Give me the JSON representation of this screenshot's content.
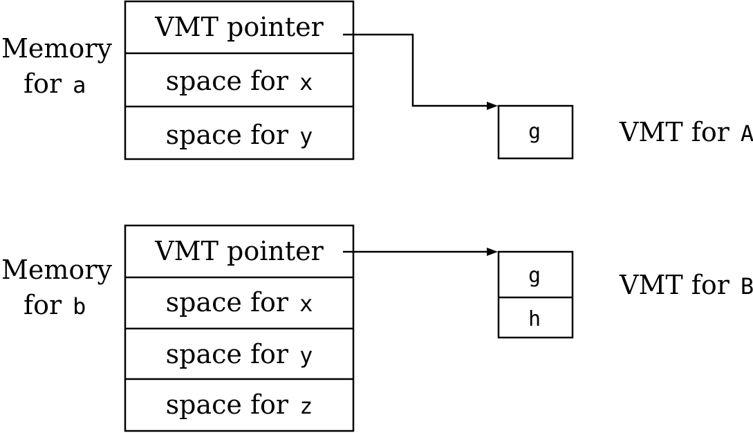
{
  "object_a": {
    "memory_label_line1": "Memory",
    "memory_label_line2_prefix": "for",
    "memory_label_line2_var": "a",
    "fields": [
      {
        "prefix": "VMT pointer",
        "var": ""
      },
      {
        "prefix": "space for",
        "var": "x"
      },
      {
        "prefix": "space for",
        "var": "y"
      }
    ],
    "vmt": {
      "entries": [
        "g"
      ],
      "label_prefix": "VMT for",
      "label_class": "A"
    }
  },
  "object_b": {
    "memory_label_line1": "Memory",
    "memory_label_line2_prefix": "for",
    "memory_label_line2_var": "b",
    "fields": [
      {
        "prefix": "VMT pointer",
        "var": ""
      },
      {
        "prefix": "space for",
        "var": "x"
      },
      {
        "prefix": "space for",
        "var": "y"
      },
      {
        "prefix": "space for",
        "var": "z"
      }
    ],
    "vmt": {
      "entries": [
        "g",
        "h"
      ],
      "label_prefix": "VMT for",
      "label_class": "B"
    }
  }
}
